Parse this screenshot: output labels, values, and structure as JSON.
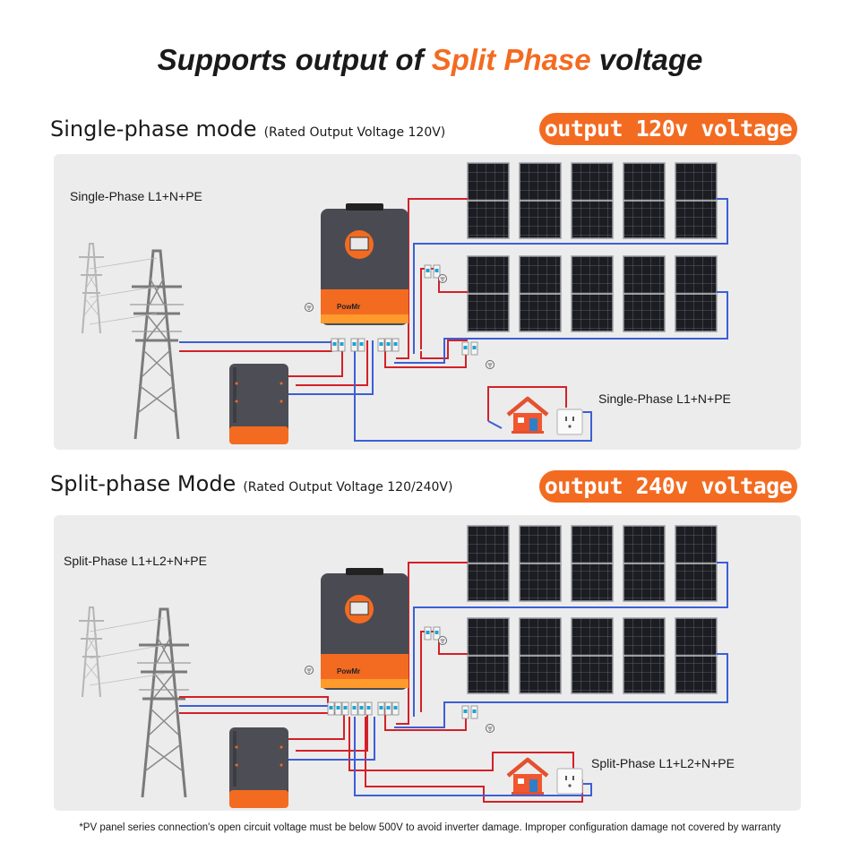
{
  "title": {
    "before": "Supports output of ",
    "highlight": "Split Phase",
    "after": " voltage"
  },
  "colors": {
    "accent": "#f36b21",
    "wire_red": "#d42027",
    "wire_blue": "#3c5fd6",
    "panel_bg": "#ececec"
  },
  "section1": {
    "mode": "Single-phase mode",
    "rating": "(Rated Output Voltage 120V)",
    "badge": "output 120v voltage",
    "grid_label": "Single-Phase L1+N+PE",
    "load_label": "Single-Phase L1+N+PE",
    "brand": "PowMr"
  },
  "section2": {
    "mode": "Split-phase Mode",
    "rating": "(Rated Output Voltage 120/240V)",
    "badge": "output 240v voltage",
    "grid_label": "Split-Phase L1+L2+N+PE",
    "load_label": "Split-Phase L1+L2+N+PE",
    "brand": "PowMr"
  },
  "footnote": "*PV panel series connection's open circuit voltage must be below 500V to avoid inverter damage. Improper configuration damage not covered by warranty"
}
